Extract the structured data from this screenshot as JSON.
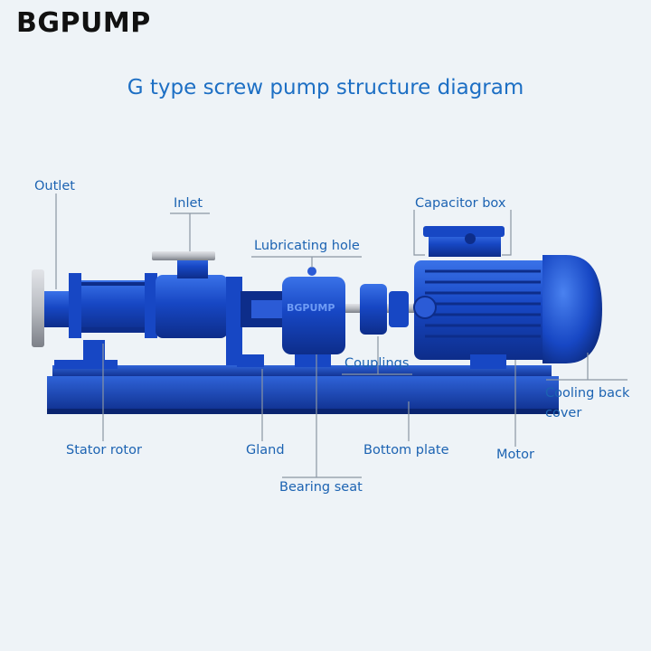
{
  "brand": "BGPUMP",
  "title": "G type screw pump structure diagram",
  "labels": {
    "outlet": "Outlet",
    "inlet": "Inlet",
    "lubricating_hole": "Lubricating hole",
    "capacitor_box": "Capacitor box",
    "couplings": "Couplings",
    "cooling_back_cover_1": "Cooling back",
    "cooling_back_cover_2": "cover",
    "stator_rotor": "Stator rotor",
    "gland": "Gland",
    "bottom_plate": "Bottom plate",
    "motor": "Motor",
    "bearing_seat": "Bearing seat"
  },
  "pump_housing_text": "BGPUMP",
  "colors": {
    "pump_blue": "#1747c4",
    "pump_dark": "#0d2d8a",
    "pump_light": "#3a72e8",
    "steel": "#b9bcc2",
    "label_blue": "#1c63b2",
    "title_blue": "#1d6fc4",
    "leader": "#8a96a3"
  }
}
